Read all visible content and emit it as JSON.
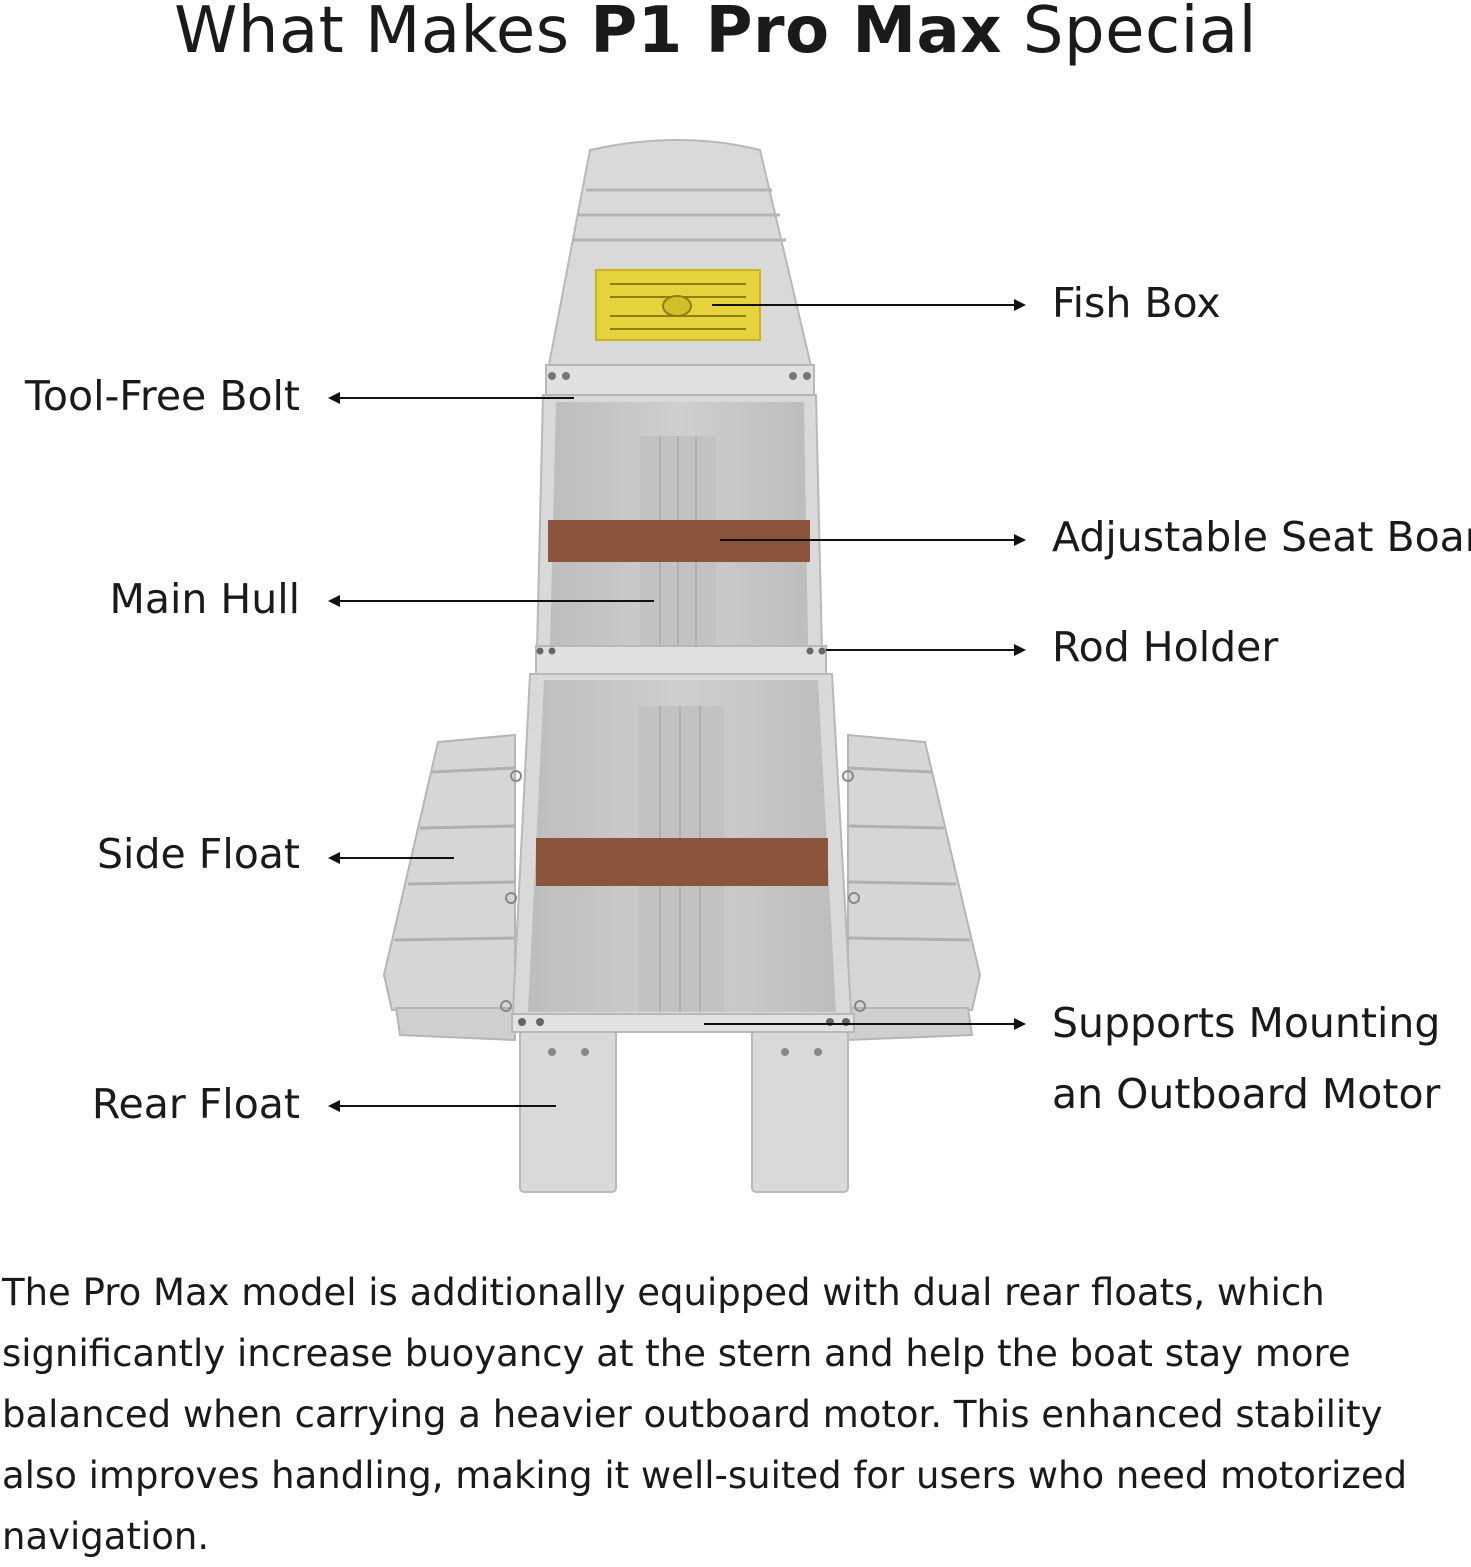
{
  "title": {
    "prefix": "What Makes ",
    "bold": "P1 Pro Max",
    "suffix": " Special"
  },
  "labels": {
    "fish_box": "Fish Box",
    "tool_free_bolt": "Tool-Free Bolt",
    "adjustable_seat_board": "Adjustable Seat Board",
    "main_hull": "Main Hull",
    "rod_holder": "Rod Holder",
    "side_float": "Side Float",
    "supports_mounting_line1": "Supports Mounting",
    "supports_mounting_line2": "an Outboard Motor",
    "rear_float": "Rear Float"
  },
  "description": "The Pro Max model is additionally equipped with dual rear floats, which significantly increase buoyancy at the stern and help the boat stay more balanced when carrying a heavier outboard motor. This enhanced stability also improves handling, making it well-suited for users who need motorized navigation.",
  "colors": {
    "hull": "#d9d9d9",
    "hull_inner": "#c8c8c8",
    "fish_box": "#e6d23a",
    "seat": "#8a553a",
    "arrow": "#111111"
  }
}
